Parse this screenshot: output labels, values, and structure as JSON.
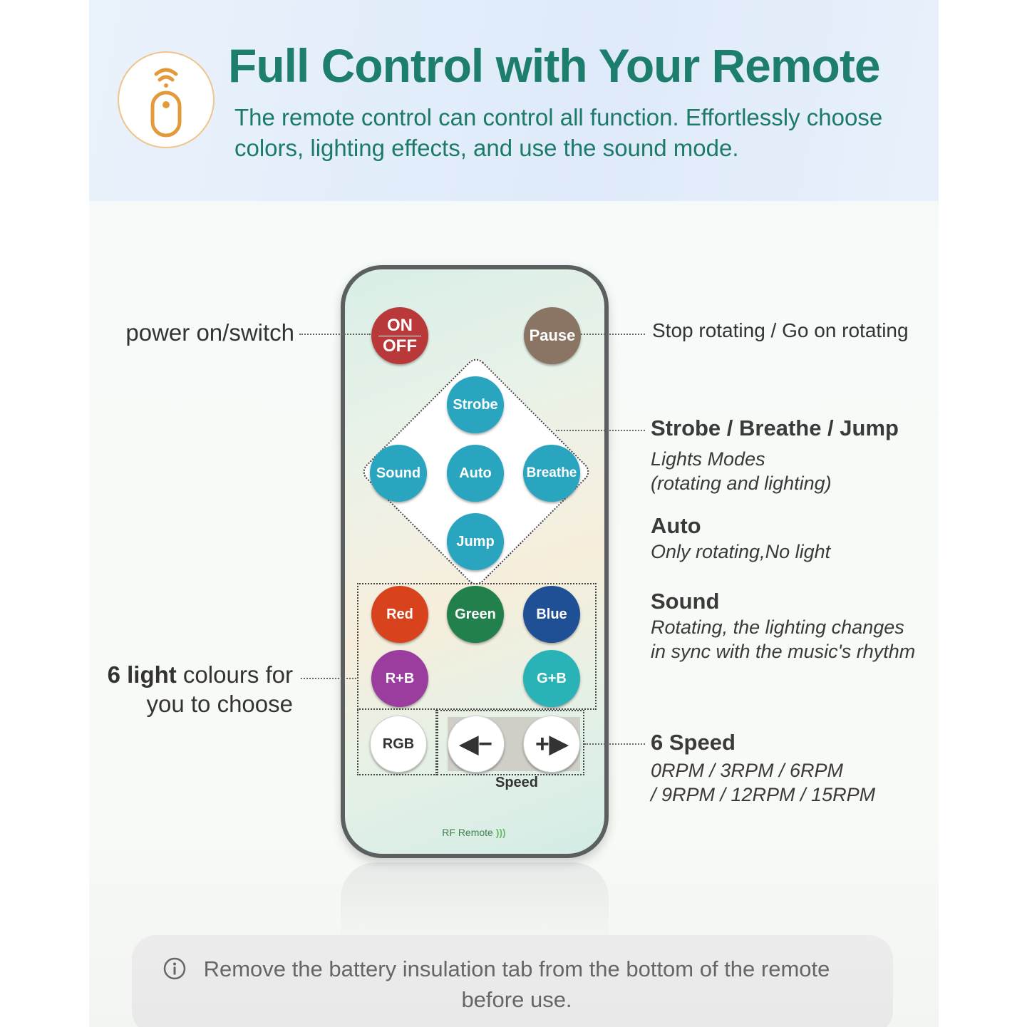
{
  "header": {
    "title": "Full Control with Your Remote",
    "subtitle": "The remote control can control all function. Effortlessly choose colors, lighting effects, and use the sound mode.",
    "logo_icon": "remote-signal-icon",
    "accent_color": "#1d7e6e",
    "logo_color": "#e39a3b"
  },
  "remote": {
    "on_label": "ON",
    "off_label": "OFF",
    "pause_label": "Pause",
    "strobe_label": "Strobe",
    "sound_label": "Sound",
    "auto_label": "Auto",
    "breathe_label": "Breathe",
    "jump_label": "Jump",
    "red_label": "Red",
    "green_label": "Green",
    "blue_label": "Blue",
    "rb_label": "R+B",
    "gb_label": "G+B",
    "rgb_label": "RGB",
    "minus_label": "◀−",
    "plus_label": "+▶",
    "speed_label": "Speed",
    "rf_label": "RF Remote",
    "colors": {
      "on_off": "#b9383a",
      "pause": "#8a7565",
      "red": "#d8431e",
      "green": "#21804b",
      "blue": "#1f4f95",
      "rb": "#9b3d9e",
      "gb": "#2ab3b6"
    }
  },
  "callouts": {
    "power": "power on/switch",
    "pause": "Stop rotating / Go on rotating",
    "modes_title": "Strobe / Breathe / Jump",
    "modes_sub1": "Lights Modes",
    "modes_sub2": "(rotating and lighting)",
    "auto_title": "Auto",
    "auto_sub": "Only rotating,No light",
    "sound_title": "Sound",
    "sound_sub1": "Rotating, the lighting changes",
    "sound_sub2": "in sync with the music's rhythm",
    "colours_bold": "6 light",
    "colours_rest": " colours for",
    "colours_line2": "you to choose",
    "speed_title": "6 Speed",
    "speed_sub1": "0RPM / 3RPM / 6RPM",
    "speed_sub2": "/ 9RPM / 12RPM / 15RPM"
  },
  "notice": {
    "icon": "info-icon",
    "text": "Remove the battery insulation tab from the bottom of the remote before use."
  }
}
